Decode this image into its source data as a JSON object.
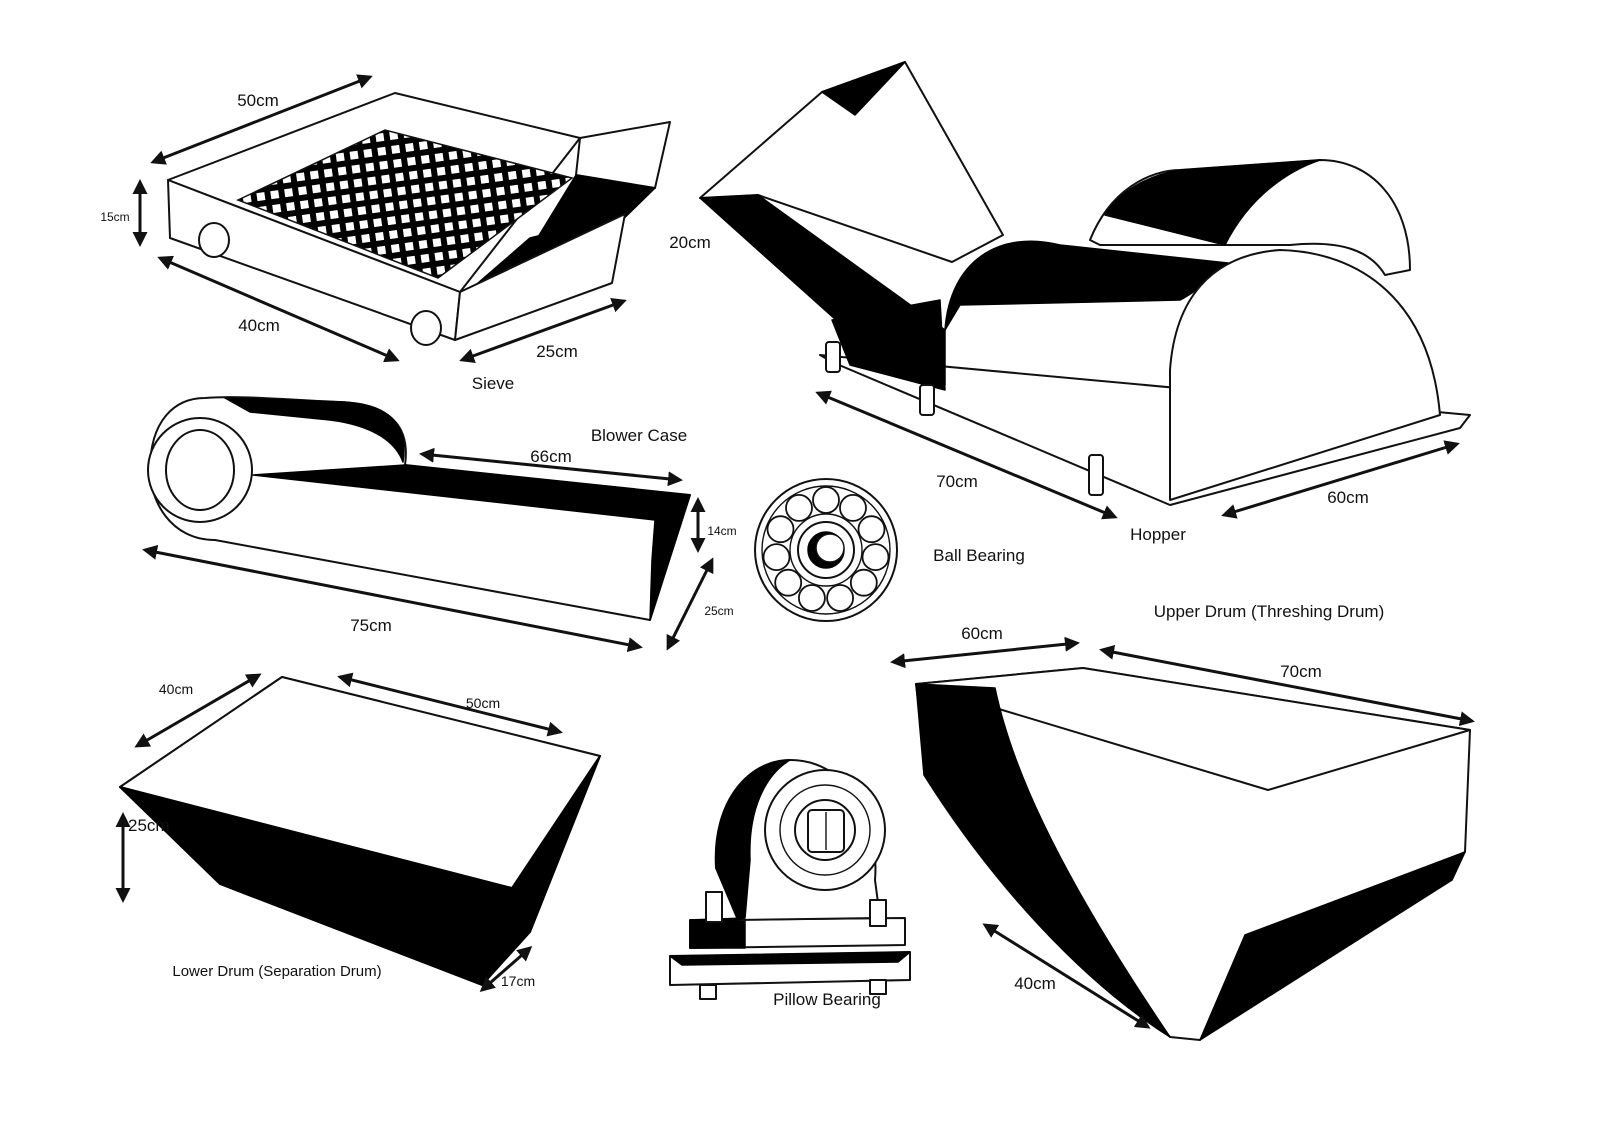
{
  "components": {
    "sieve": {
      "name": "Sieve",
      "dims": [
        "50cm",
        "15cm",
        "40cm",
        "25cm"
      ]
    },
    "hopper": {
      "name": "Hopper",
      "dims": [
        "20cm",
        "70cm",
        "60cm"
      ]
    },
    "blower_case": {
      "name": "Blower Case",
      "dims": [
        "66cm",
        "14cm",
        "75cm",
        "25cm"
      ]
    },
    "ball_bearing": {
      "name": "Ball Bearing"
    },
    "upper_drum": {
      "name": "Upper Drum (Threshing Drum)",
      "dims": [
        "60cm",
        "70cm",
        "40cm"
      ]
    },
    "lower_drum": {
      "name": "Lower Drum (Separation Drum)",
      "dims": [
        "40cm",
        "50cm",
        "25cm",
        "17cm"
      ]
    },
    "pillow_bearing": {
      "name": "Pillow Bearing"
    }
  },
  "colors": {
    "ink": "#111111",
    "fill": "#000000",
    "paper": "#ffffff"
  }
}
